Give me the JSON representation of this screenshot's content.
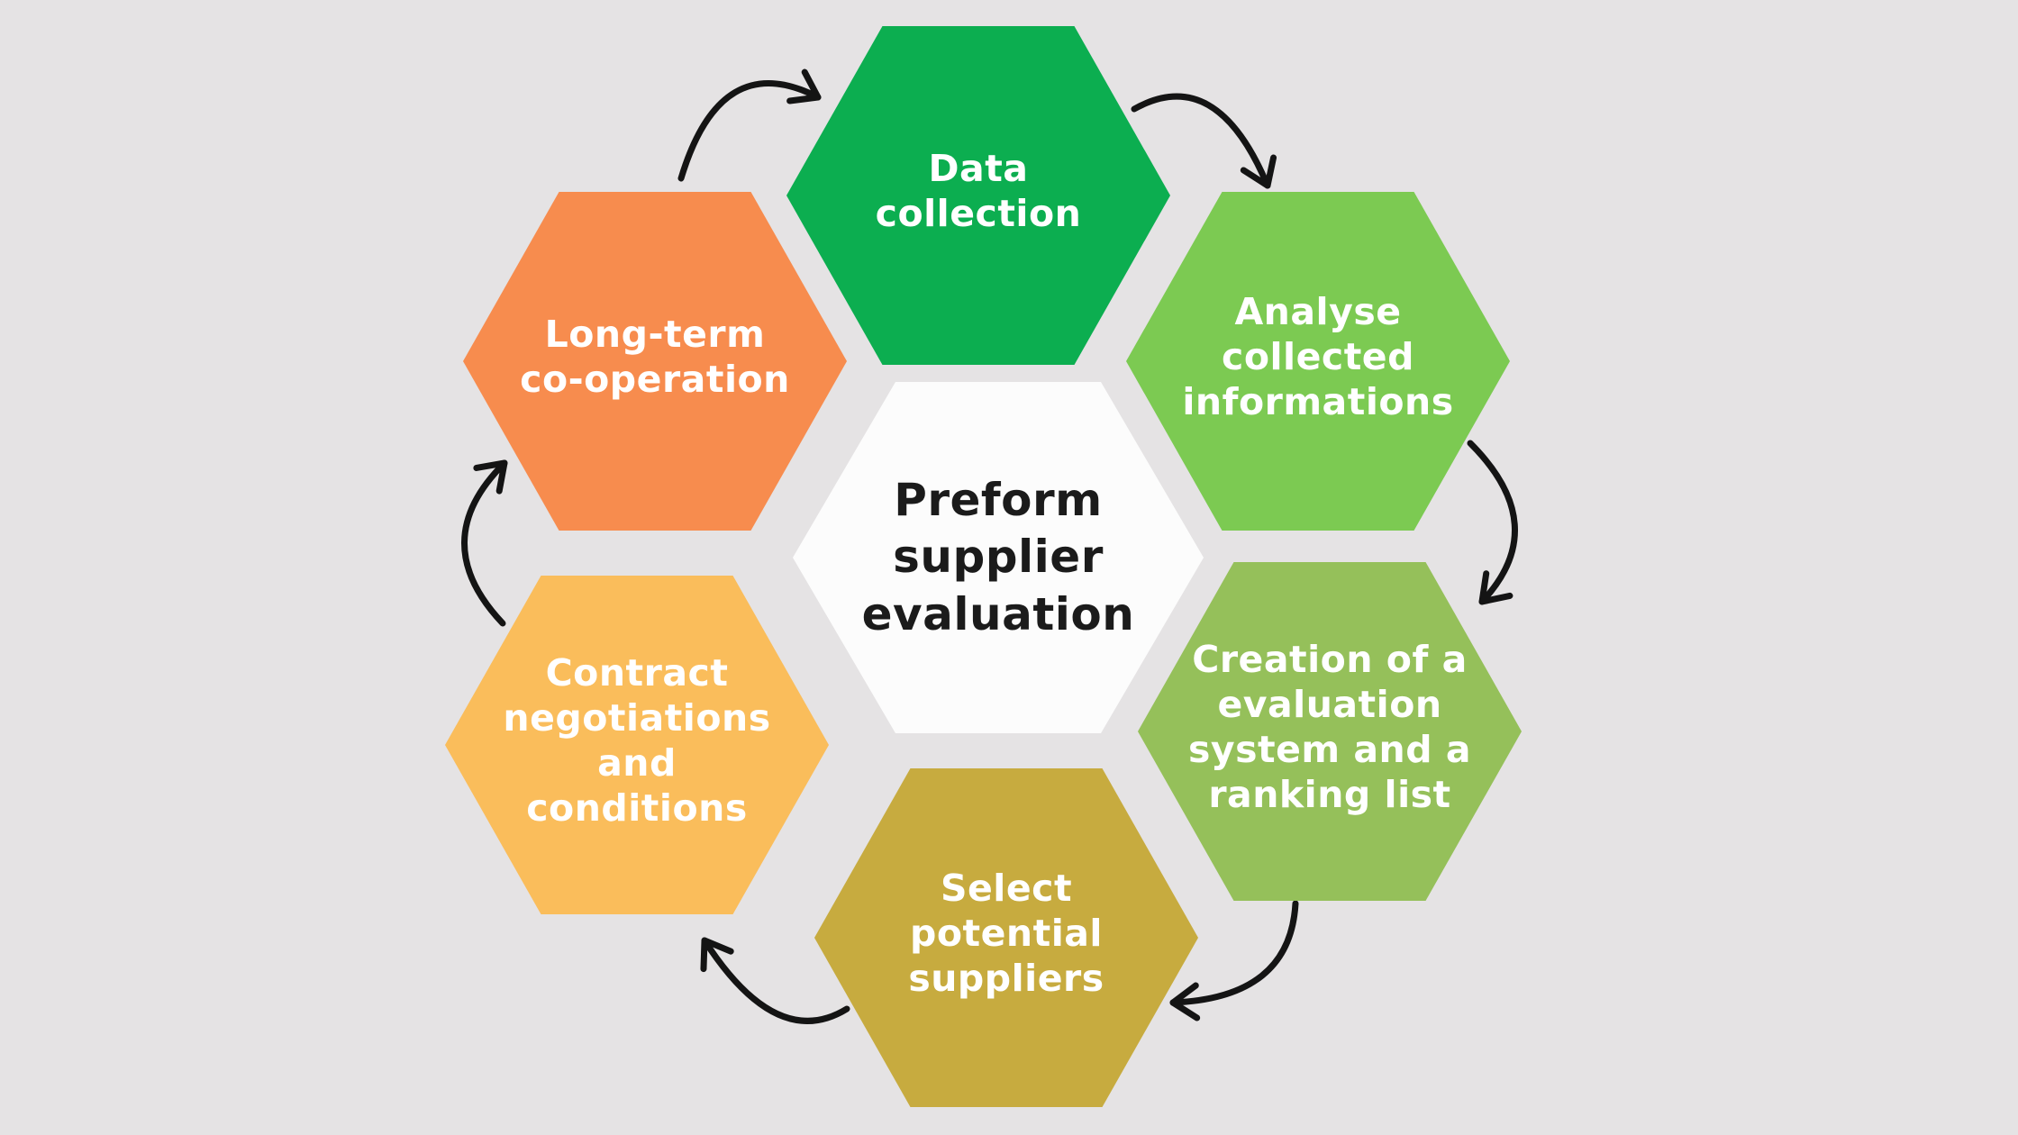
{
  "title": "Preform supplier evaluation",
  "canvas": {
    "background": "#e5e3e4",
    "arrow_color": "#141414"
  },
  "center_hexagon": {
    "label": "Preform\nsupplier\nevaluation",
    "fill": "#fcfcfc",
    "text_color": "#1b1b1b"
  },
  "steps": [
    {
      "name": "data-collection",
      "label": "Data\ncollection",
      "fill": "#0cae50",
      "text_color": "#ffffff"
    },
    {
      "name": "analyse-collected-informations",
      "label": "Analyse\ncollected\ninformations",
      "fill": "#7cca52",
      "text_color": "#ffffff"
    },
    {
      "name": "creation-evaluation-system-ranking-list",
      "label": "Creation of a\nevaluation\nsystem and a\nranking list",
      "fill": "#95c05a",
      "text_color": "#ffffff"
    },
    {
      "name": "select-potential-suppliers",
      "label": "Select\npotential\nsuppliers",
      "fill": "#c7ab3f",
      "text_color": "#ffffff"
    },
    {
      "name": "contract-negotiations-and-conditions",
      "label": "Contract\nnegotiations\nand\nconditions",
      "fill": "#fabd5b",
      "text_color": "#ffffff"
    },
    {
      "name": "long-term-co-operation",
      "label": "Long-term\nco-operation",
      "fill": "#f78c4e",
      "text_color": "#ffffff"
    }
  ],
  "flow": [
    {
      "from": "long-term-co-operation",
      "to": "data-collection"
    },
    {
      "from": "data-collection",
      "to": "analyse-collected-informations"
    },
    {
      "from": "analyse-collected-informations",
      "to": "creation-evaluation-system-ranking-list"
    },
    {
      "from": "creation-evaluation-system-ranking-list",
      "to": "select-potential-suppliers"
    },
    {
      "from": "select-potential-suppliers",
      "to": "contract-negotiations-and-conditions"
    },
    {
      "from": "contract-negotiations-and-conditions",
      "to": "long-term-co-operation"
    }
  ]
}
